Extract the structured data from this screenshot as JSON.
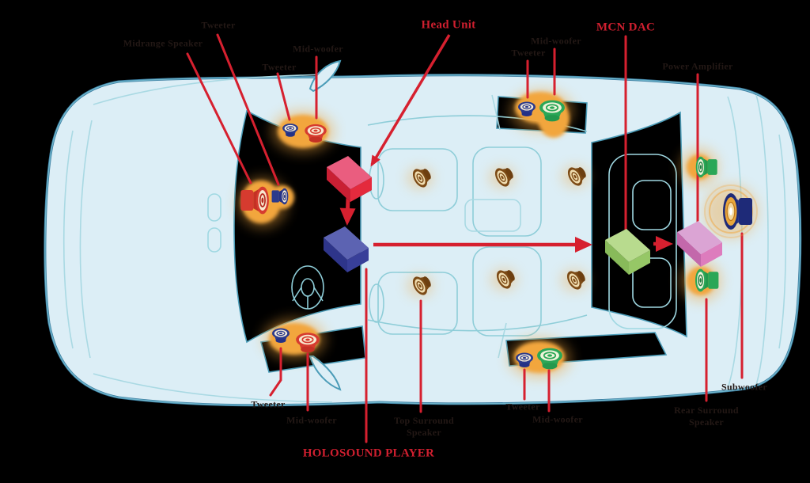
{
  "diagram": {
    "subject": "car audio system layout (top view of sedan)",
    "labels": {
      "head_unit": "Head Unit",
      "mcn_dac": "MCN DAC",
      "holosound_player": "HOLOSOUND PLAYER",
      "power_amplifier": "Power Amplifier",
      "subwoofer": "Subwoofer",
      "front_door": {
        "tweeter": "Tweeter",
        "midrange": "Midrange Speaker"
      },
      "dash": {
        "tweeter": "Tweeter",
        "woofer": "Mid-woofer"
      },
      "upper_rear": {
        "tweeter": "Tweeter",
        "woofer": "Mid-woofer"
      },
      "lower_front": {
        "tweeter": "Tweeter",
        "woofer": "Mid-woofer"
      },
      "lower_rear": {
        "tweeter": "Tweeter",
        "woofer": "Mid-woofer"
      },
      "top_surround": {
        "line1": "Top Surround",
        "line2": "Speaker"
      },
      "rear_surround": {
        "line1": "Rear Surround",
        "line2": "Speaker"
      }
    },
    "components": [
      {
        "id": "head-unit",
        "label": "Head Unit",
        "color": "#e42a3d"
      },
      {
        "id": "holosound-player",
        "label": "HOLOSOUND PLAYER",
        "color": "#383f99"
      },
      {
        "id": "mcn-dac",
        "label": "MCN DAC",
        "color": "#96c766"
      },
      {
        "id": "power-amplifier",
        "label": "Power Amplifier",
        "color": "#dd7cbd"
      }
    ],
    "signal_flow": [
      "Head Unit",
      "HOLOSOUND PLAYER",
      "MCN DAC",
      "Power Amplifier"
    ],
    "colors": {
      "accent_red": "#d6202f",
      "label_dark": "#231815",
      "label_red": "#cf1f2f",
      "speaker_glow_orange": "#f2a63c",
      "tweeter_navy": "#2b3a8c",
      "front_speaker_red": "#d63b2f",
      "rear_speaker_green": "#2aa757",
      "seat_speaker_brown": "#7c4a15",
      "subwoofer_navy": "#1e2a78",
      "car_body_fill": "#dceef6",
      "car_outline": "#3a7ca0",
      "car_detail_line": "#8ecdd8"
    }
  }
}
